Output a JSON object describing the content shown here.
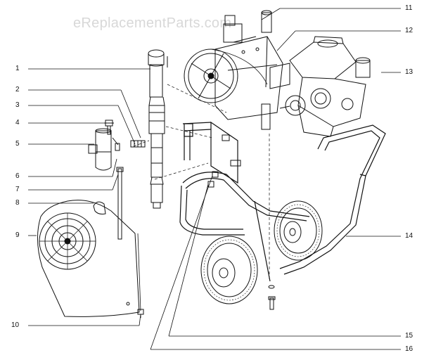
{
  "watermark": "eReplacementParts.com",
  "callouts": {
    "c1": "1",
    "c2": "2",
    "c3": "3",
    "c4": "4",
    "c5": "5",
    "c6": "6",
    "c7": "7",
    "c8": "8",
    "c9": "9",
    "c10": "10",
    "c11": "11",
    "c12": "12",
    "c13": "13",
    "c14": "14",
    "c15": "15",
    "c16": "16"
  }
}
